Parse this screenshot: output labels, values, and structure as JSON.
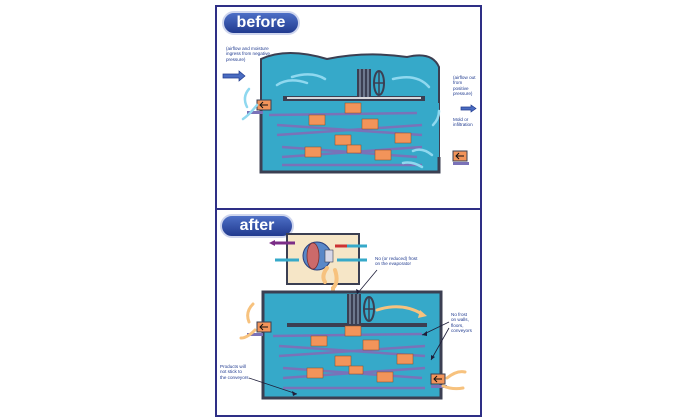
{
  "before": {
    "badge": "before",
    "note_airflow_in": "(airflow and moisture\ningress from negative\npressure)",
    "note_airflow_out": "(airflow out\nfrom\npositive\npressure)",
    "note_mold": "Mold or\ninfiltration"
  },
  "after": {
    "badge": "after",
    "note_frost_evaporator": "No (or reduced) frost\non the evaporator",
    "note_frost_walls": "No frost\non walls,\nfloors,\nconveyors",
    "note_products": "Products will\nnot stick to\nthe conveyors"
  },
  "colors": {
    "frame": "#2e2f86",
    "room": "#36a9c9",
    "wall": "#3b3f52",
    "carton": "#f2945a",
    "conveyor": "#7a72b8",
    "air_arrow": "#8fd8ef",
    "warm_arrow": "#f7c27e",
    "dehumidifier_box": "#f6e6c7"
  }
}
